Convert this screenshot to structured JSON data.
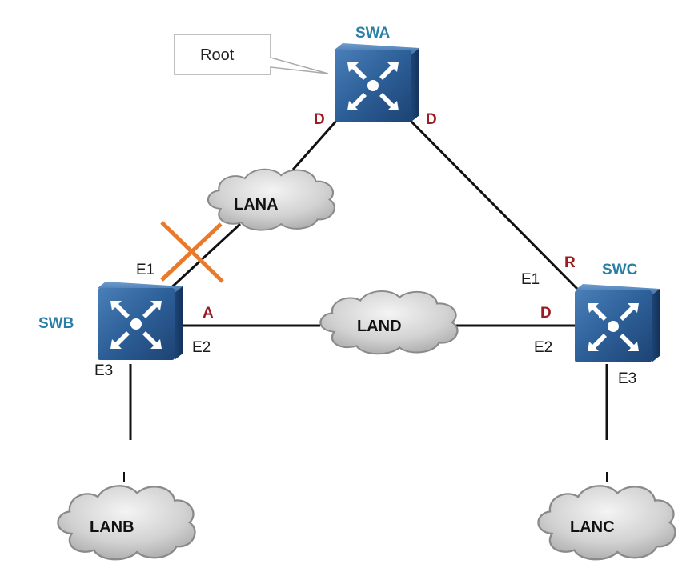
{
  "diagram": {
    "type": "spanning-tree-topology",
    "root_callout": "Root",
    "switches": [
      {
        "id": "SWA",
        "label": "SWA",
        "is_root": true
      },
      {
        "id": "SWB",
        "label": "SWB",
        "is_root": false
      },
      {
        "id": "SWC",
        "label": "SWC",
        "is_root": false
      }
    ],
    "lans": [
      {
        "id": "LANA",
        "label": "LANA"
      },
      {
        "id": "LAND",
        "label": "LAND"
      },
      {
        "id": "LANB",
        "label": "LANB"
      },
      {
        "id": "LANC",
        "label": "LANC"
      }
    ],
    "ports": {
      "swa_left_role": "D",
      "swa_right_role": "D",
      "swb_e1": "E1",
      "swb_e2": "E2",
      "swb_e3": "E3",
      "swb_e2_role": "A",
      "swc_e1": "E1",
      "swc_e2": "E2",
      "swc_e3": "E3",
      "swc_e1_role": "R",
      "swc_e2_role": "D"
    },
    "links": [
      {
        "from": "SWA",
        "to": "LANA",
        "role": "D"
      },
      {
        "from": "LANA",
        "to": "SWB",
        "port": "E1",
        "blocked": true
      },
      {
        "from": "SWA",
        "to": "SWC",
        "port": "E1",
        "role": "R"
      },
      {
        "from": "SWB",
        "to": "LAND",
        "port": "E2",
        "role": "A"
      },
      {
        "from": "LAND",
        "to": "SWC",
        "port": "E2",
        "role": "D"
      },
      {
        "from": "SWB",
        "to": "LANB",
        "port": "E3"
      },
      {
        "from": "SWC",
        "to": "LANC",
        "port": "E3"
      }
    ],
    "colors": {
      "switch_label": "#2a7fa6",
      "port_role": "#9a1c22",
      "block_mark": "#e87a2a",
      "switch_body": "#2b5a8e"
    }
  }
}
